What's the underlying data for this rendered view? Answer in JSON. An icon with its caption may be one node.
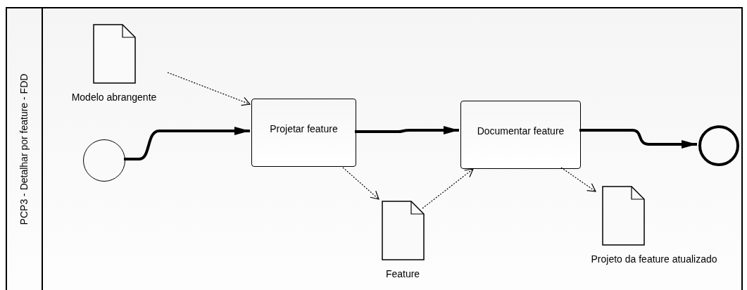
{
  "diagram": {
    "nodes": [
      {
        "text": [
          "PCP3 - Detalhar por feature - FDD"
        ]
      },
      {
        "text": [
          "Modelo abrangente"
        ],
        "in": 0
      },
      {
        "text": [],
        "shape": "circle",
        "in": 0
      },
      {
        "text": [
          "Projetar feature"
        ],
        "in": 0
      },
      {
        "text": [
          "Feature"
        ],
        "in": 0
      },
      {
        "text": [
          "Documentar feature"
        ],
        "in": 0
      },
      {
        "text": [
          "Projeto da feature atualizado"
        ],
        "in": 0
      },
      {
        "text": [],
        "shape": "circle",
        "in": 0
      }
    ],
    "edges": [
      {
        "from": 1,
        "to": 3,
        "arrow": "to",
        "style": "dashed"
      },
      {
        "from": 2,
        "to": 3,
        "arrow": "to",
        "style": "thick"
      },
      {
        "from": 3,
        "to": 5,
        "arrow": "to",
        "style": "thick"
      },
      {
        "from": 3,
        "to": 4,
        "arrow": "to",
        "style": "dashed"
      },
      {
        "from": 4,
        "to": 5,
        "arrow": "to",
        "style": "dashed"
      },
      {
        "from": 5,
        "to": 6,
        "arrow": "to",
        "style": "dashed"
      },
      {
        "from": 5,
        "to": 7,
        "arrow": "to",
        "style": "thick"
      }
    ]
  }
}
